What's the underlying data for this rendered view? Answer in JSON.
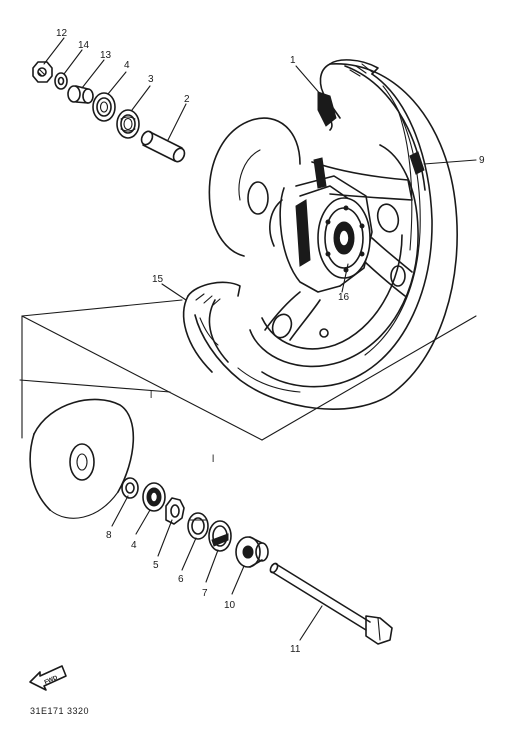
{
  "diagram": {
    "drawing_code": "31E171 3320",
    "forward_arrow_label": "FWD",
    "callouts": [
      {
        "id": "c1",
        "label": "1"
      },
      {
        "id": "c2",
        "label": "2"
      },
      {
        "id": "c3",
        "label": "3"
      },
      {
        "id": "c4",
        "label": "4"
      },
      {
        "id": "c13",
        "label": "13"
      },
      {
        "id": "c14",
        "label": "14"
      },
      {
        "id": "c12",
        "label": "12"
      },
      {
        "id": "c9",
        "label": "9"
      },
      {
        "id": "c15",
        "label": "15"
      },
      {
        "id": "c16",
        "label": "16"
      },
      {
        "id": "c8",
        "label": "8"
      },
      {
        "id": "c4b",
        "label": "4"
      },
      {
        "id": "c5",
        "label": "5"
      },
      {
        "id": "c6",
        "label": "6"
      },
      {
        "id": "c7",
        "label": "7"
      },
      {
        "id": "c10",
        "label": "10"
      },
      {
        "id": "c11",
        "label": "11"
      }
    ],
    "marks": {
      "upper_ref": "l",
      "lower_ref": "l"
    }
  }
}
